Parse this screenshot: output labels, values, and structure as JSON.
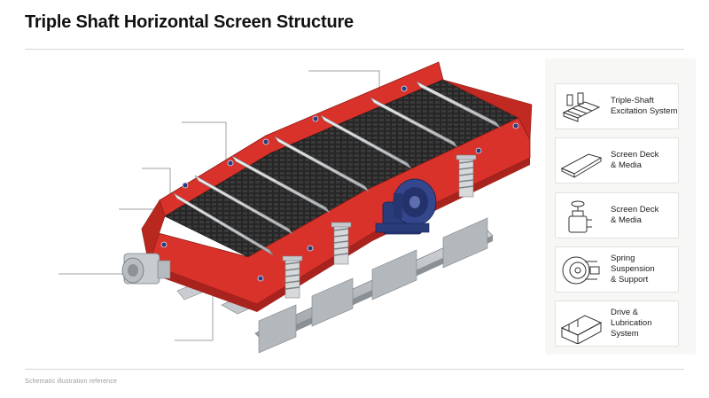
{
  "title": "Triple Shaft Horizontal Screen Structure",
  "footer": "Schematic illustration reference",
  "components": [
    {
      "icon": "triple-shaft-icon",
      "line1": "Triple-Shaft",
      "line2": "Excitation System"
    },
    {
      "icon": "screen-deck-icon",
      "line1": "Screen Deck",
      "line2": "& Media"
    },
    {
      "icon": "valve-icon",
      "line1": "Screen Deck",
      "line2": "& Media"
    },
    {
      "icon": "spring-suspension-icon",
      "line1": "Spring Suspension",
      "line2": "& Support"
    },
    {
      "icon": "drive-lubrication-icon",
      "line1": "Drive & Lubrication",
      "line2": "System"
    }
  ],
  "colors": {
    "frame_red": "#d8322a",
    "frame_red_dark": "#a8231d",
    "mesh_dark": "#2a2a2a",
    "motor_blue": "#2b3c7a",
    "steel_gray": "#b8bcc0",
    "leader_line": "#9a9a9a"
  }
}
